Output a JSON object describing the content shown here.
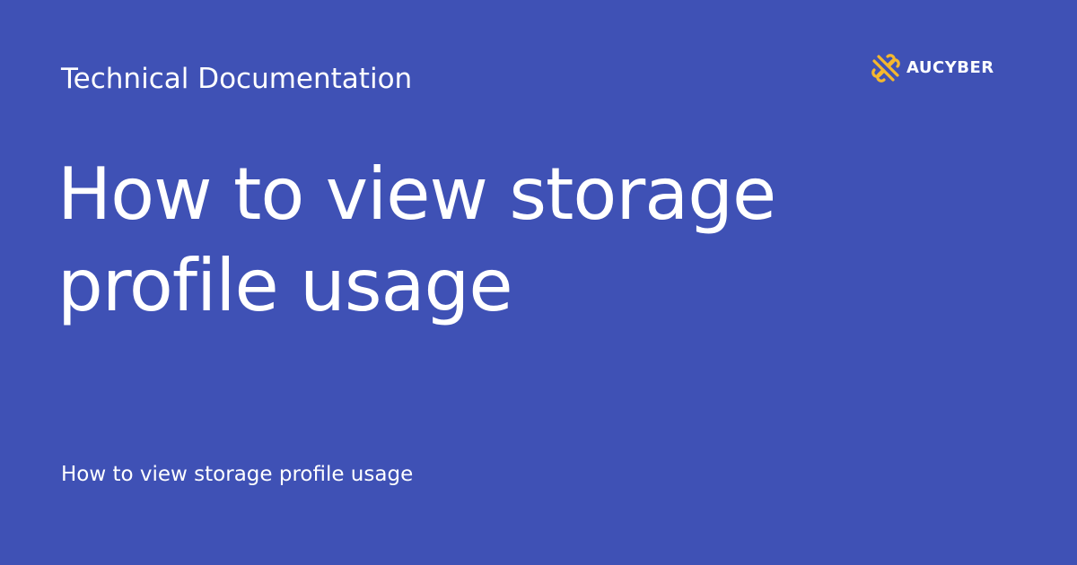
{
  "header": {
    "section_label": "Technical Documentation"
  },
  "brand": {
    "name": "AUCYBER",
    "logo_icon": "aucyber-knot-icon",
    "logo_color": "#f5b82e"
  },
  "main": {
    "title": "How to view storage profile usage"
  },
  "footer": {
    "text": "How to view storage profile usage"
  },
  "colors": {
    "background": "#3f51b5",
    "text": "#ffffff"
  }
}
